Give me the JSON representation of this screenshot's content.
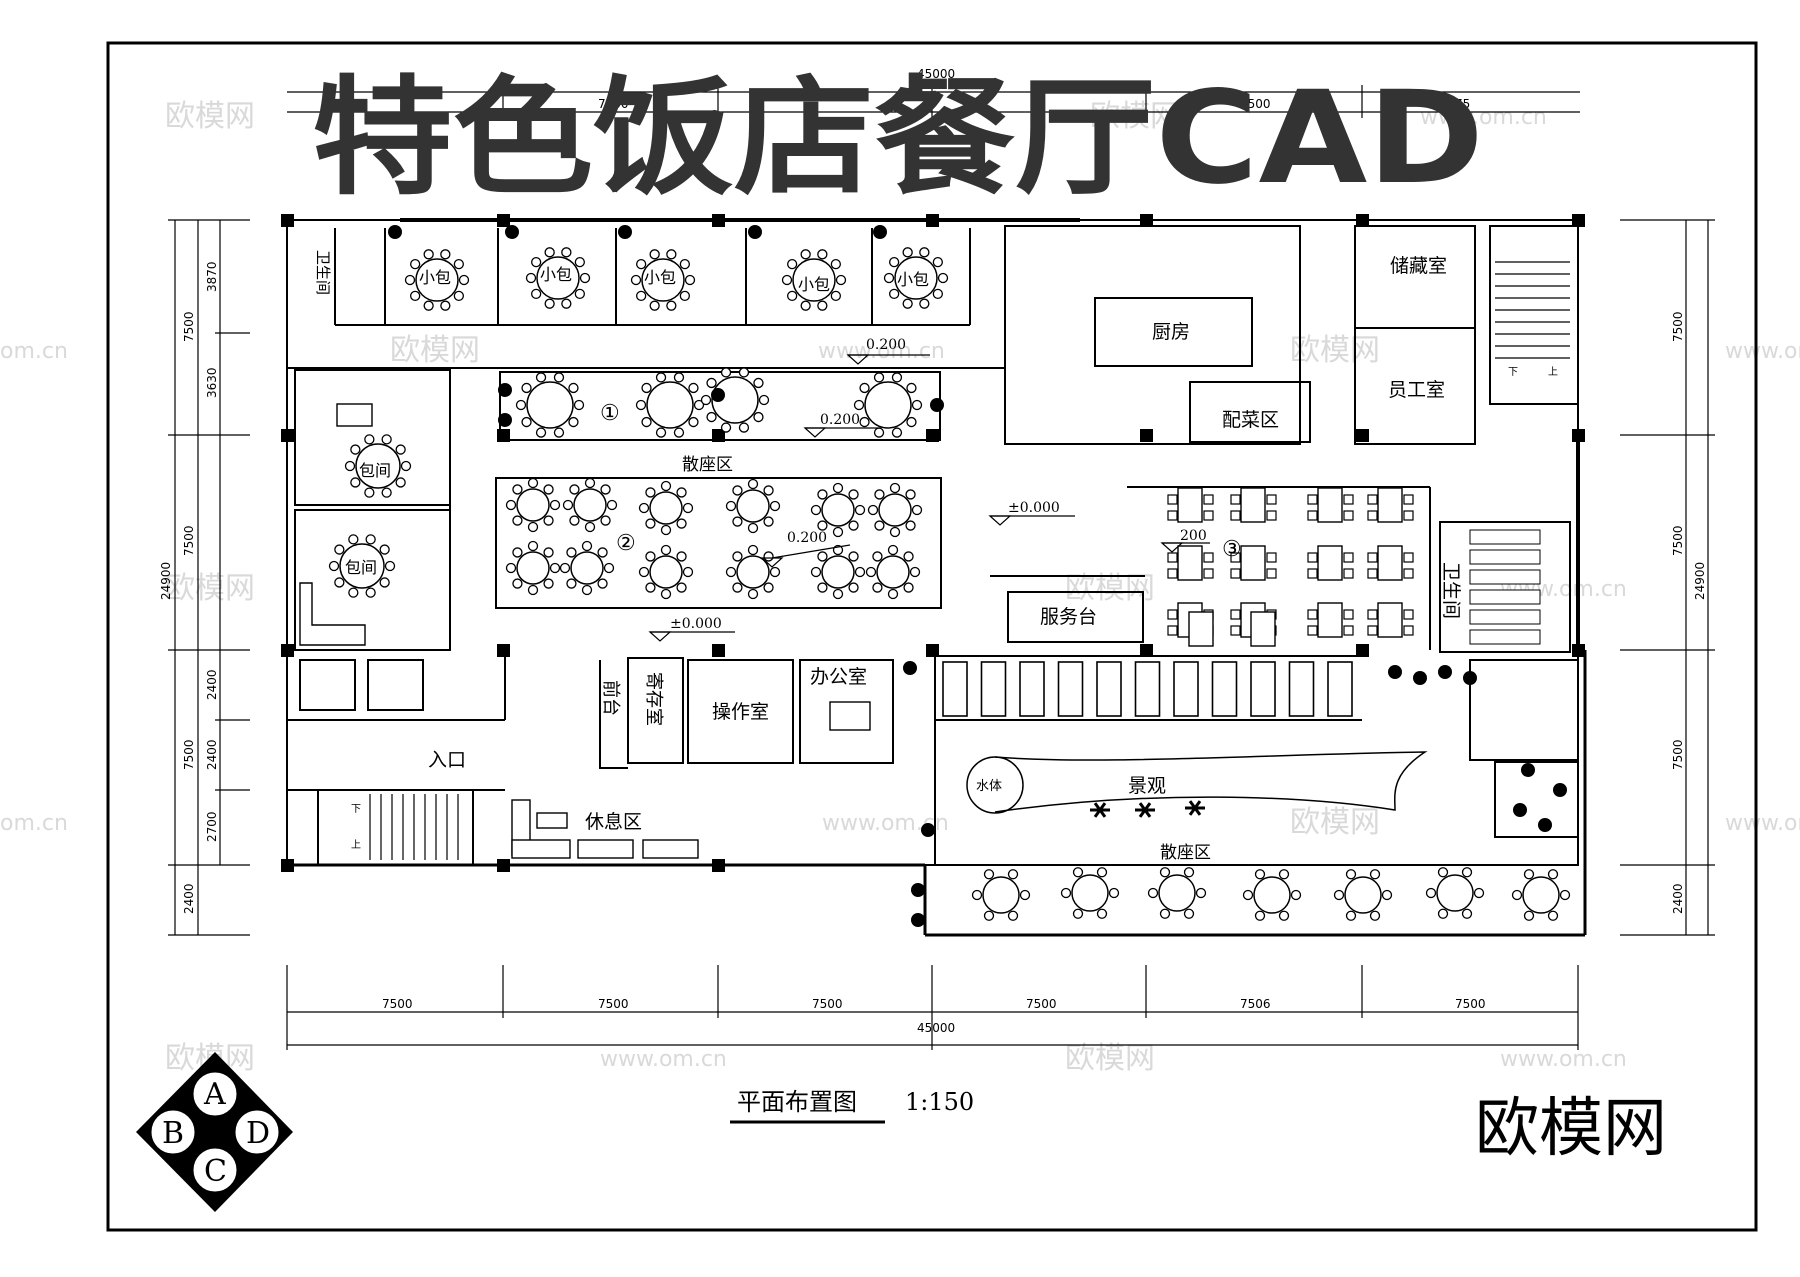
{
  "title": "特色饭店餐厅CAD",
  "brand": "欧模网",
  "watermark": {
    "cn": "欧模网",
    "url": "www.om.cn",
    "url_short": "om.cn"
  },
  "drawing": {
    "name": "平面布置图",
    "scale": "1:150"
  },
  "compass": {
    "top": "A",
    "left": "B",
    "right": "D",
    "bottom": "C"
  },
  "dimensions": {
    "top_spans": [
      "7500",
      "7500",
      "75"
    ],
    "top_total": "45000",
    "bottom_spans": [
      "7500",
      "7500",
      "7500",
      "7500",
      "7506",
      "7500"
    ],
    "bottom_total": "45000",
    "left_outer": [
      "7500",
      "7500",
      "7500",
      "2400"
    ],
    "left_inner": [
      "3870",
      "3630",
      "2400",
      "2400",
      "2700"
    ],
    "left_total": "24900",
    "right_outer": [
      "7500",
      "7500",
      "7500",
      "2400"
    ],
    "right_total": "24900"
  },
  "rooms": {
    "small_private": "小包",
    "restroom_small": "卫生间",
    "private_room": "包间",
    "kitchen": "厨房",
    "storage": "储藏室",
    "staff": "员工室",
    "prep": "配菜区",
    "dining_top": "散座区",
    "dining_bottom": "散座区",
    "service": "服务台",
    "restroom": "卫生间",
    "entrance": "入口",
    "front_desk": "前台",
    "cloakroom": "寄存室",
    "operation": "操作室",
    "office": "办公室",
    "lounge": "休息区",
    "landscape": "景观",
    "water": "水体"
  },
  "levels": {
    "l1": "0.200",
    "l2": "0.200",
    "l3": "0.200",
    "l4": "200",
    "zero1": "±0.000",
    "zero2": "±0.000"
  },
  "zones": {
    "z1": "①",
    "z2": "②",
    "z3": "③"
  },
  "stair_labels": {
    "down": "下",
    "up": "上"
  }
}
